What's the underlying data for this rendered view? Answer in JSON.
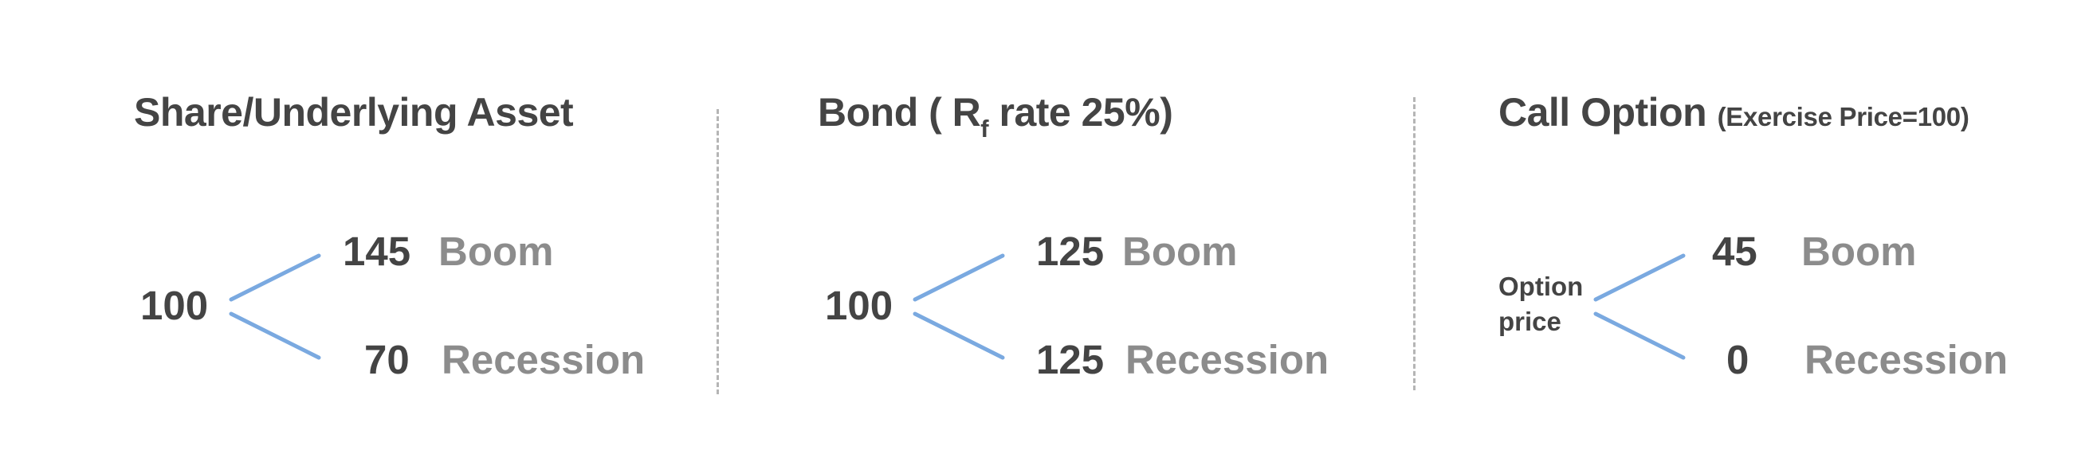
{
  "share": {
    "title": "Share/Underlying Asset",
    "start": "100",
    "up_value": "145",
    "up_label": "Boom",
    "down_value": "70",
    "down_label": "Recession"
  },
  "bond": {
    "title_prefix": "Bond ( R",
    "title_subscript": "f",
    "title_suffix": " rate 25%)",
    "start": "100",
    "up_value": "125",
    "up_label": "Boom",
    "down_value": "125",
    "down_label": "Recession"
  },
  "call": {
    "title": "Call Option",
    "title_note": "(Exercise Price=100)",
    "start_line1": "Option",
    "start_line2": "price",
    "up_value": "45",
    "up_label": "Boom",
    "down_value": "0",
    "down_label": "Recession"
  },
  "colors": {
    "branch_line": "#7aa9e0",
    "dark_text": "#444444",
    "state_label": "#8c8c8c",
    "divider": "#b5b5b5"
  }
}
